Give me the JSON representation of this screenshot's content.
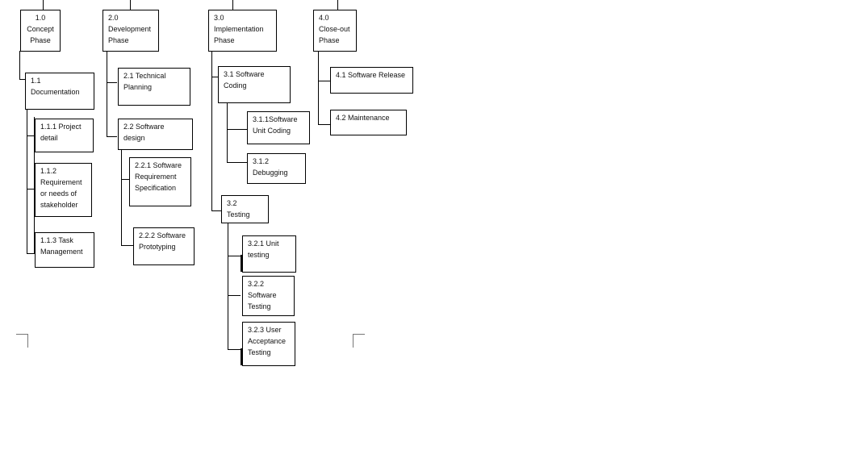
{
  "wbs": {
    "phases": [
      {
        "id": "1.0",
        "label": "1.0\nConcept\nPhase",
        "children": [
          {
            "id": "1.1",
            "label": "1.1\nDocumentation",
            "children": [
              {
                "id": "1.1.1",
                "label": "1.1.1 Project\ndetail"
              },
              {
                "id": "1.1.2",
                "label": "1.1.2\nRequirement\nor needs of\nstakeholder"
              },
              {
                "id": "1.1.3",
                "label": "1.1.3 Task\nManagement"
              }
            ]
          }
        ]
      },
      {
        "id": "2.0",
        "label": "2.0\nDevelopment\nPhase",
        "children": [
          {
            "id": "2.1",
            "label": "2.1 Technical\nPlanning"
          },
          {
            "id": "2.2",
            "label": "2.2 Software\ndesign",
            "children": [
              {
                "id": "2.2.1",
                "label": "2.2.1 Software\nRequirement\nSpecification"
              },
              {
                "id": "2.2.2",
                "label": "2.2.2 Software\nPrototyping"
              }
            ]
          }
        ]
      },
      {
        "id": "3.0",
        "label": "3.0\nImplementation\nPhase",
        "children": [
          {
            "id": "3.1",
            "label": "3.1 Software\nCoding",
            "children": [
              {
                "id": "3.1.1",
                "label": "3.1.1Software\nUnit Coding"
              },
              {
                "id": "3.1.2",
                "label": "3.1.2\nDebugging"
              }
            ]
          },
          {
            "id": "3.2",
            "label": "3.2\nTesting",
            "children": [
              {
                "id": "3.2.1",
                "label": "3.2.1 Unit\ntesting"
              },
              {
                "id": "3.2.2",
                "label": "3.2.2\nSoftware\nTesting"
              },
              {
                "id": "3.2.3",
                "label": "3.2.3 User\nAcceptance\nTesting"
              }
            ]
          }
        ]
      },
      {
        "id": "4.0",
        "label": "4.0\nClose-out\nPhase",
        "children": [
          {
            "id": "4.1",
            "label": "4.1 Software Release"
          },
          {
            "id": "4.2",
            "label": "4.2 Maintenance"
          }
        ]
      }
    ]
  }
}
